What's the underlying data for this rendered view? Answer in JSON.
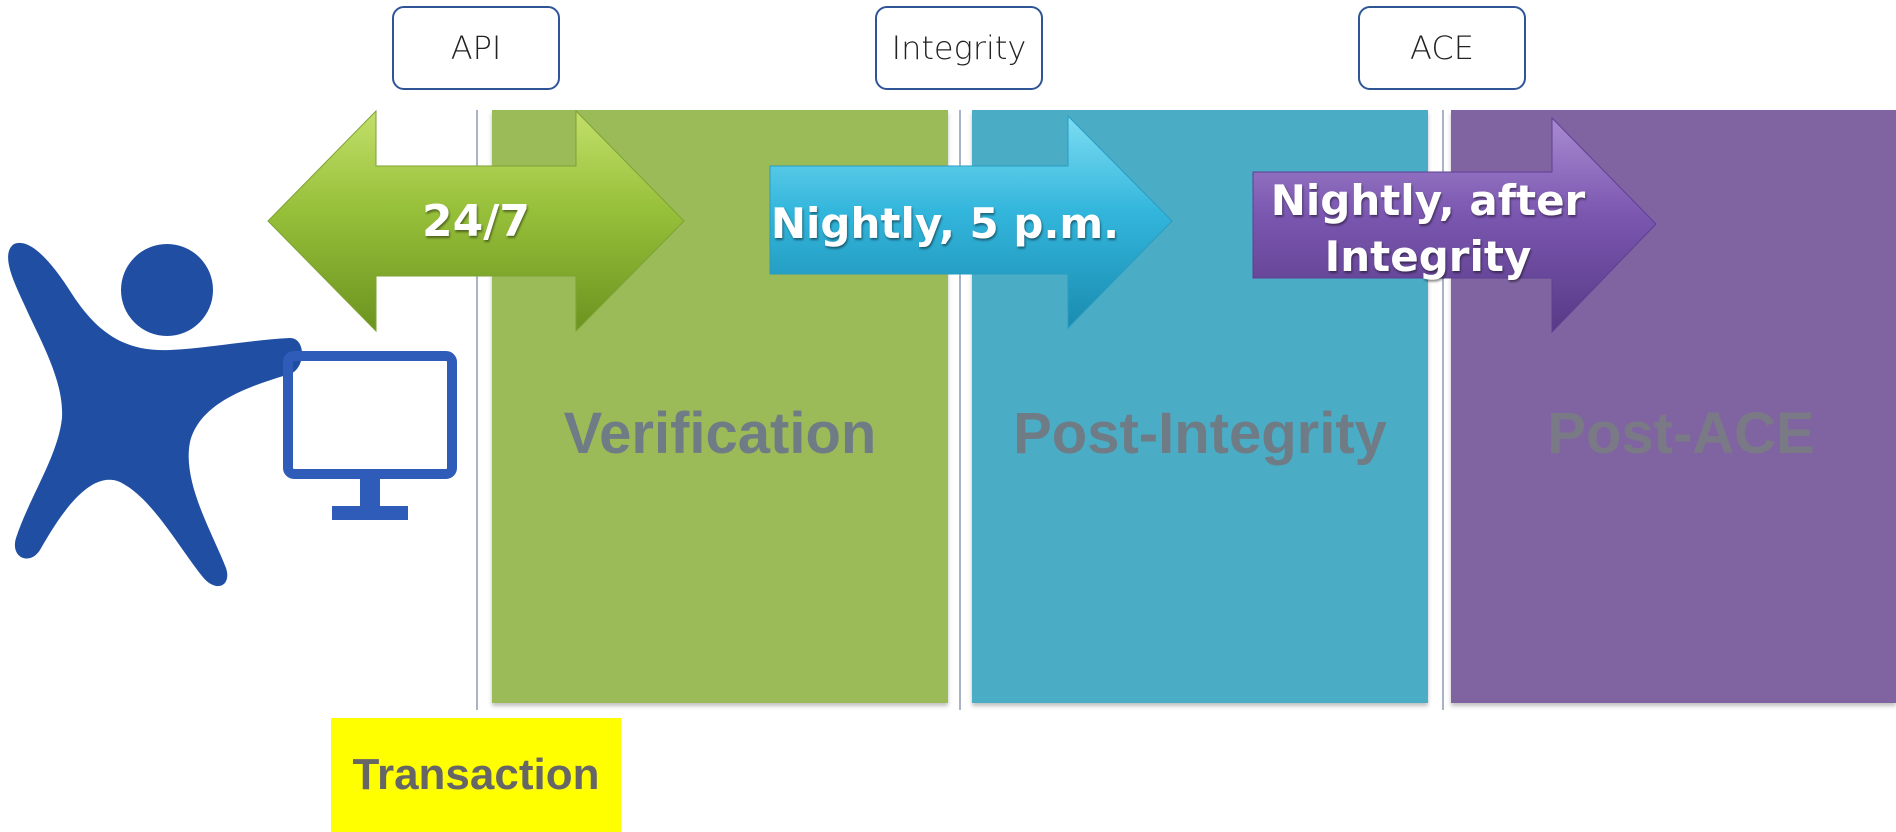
{
  "tags": {
    "api": "API",
    "integrity": "Integrity",
    "ace": "ACE"
  },
  "panels": {
    "verification": "Verification",
    "post_integrity": "Post-Integrity",
    "post_ace": "Post-ACE"
  },
  "arrows": {
    "api_schedule": "24/7",
    "integrity_schedule": "Nightly, 5 p.m.",
    "ace_schedule_line1": "Nightly, after",
    "ace_schedule_line2": "Integrity"
  },
  "transaction": "Transaction",
  "icons": {
    "user": "user-at-computer-icon"
  },
  "colors": {
    "verification": "#9bbb59",
    "post_integrity": "#4bacc6",
    "post_ace": "#8064a2",
    "transaction": "#ffff00",
    "user_icon": "#1f4ea3",
    "tag_border": "#2f5597"
  }
}
